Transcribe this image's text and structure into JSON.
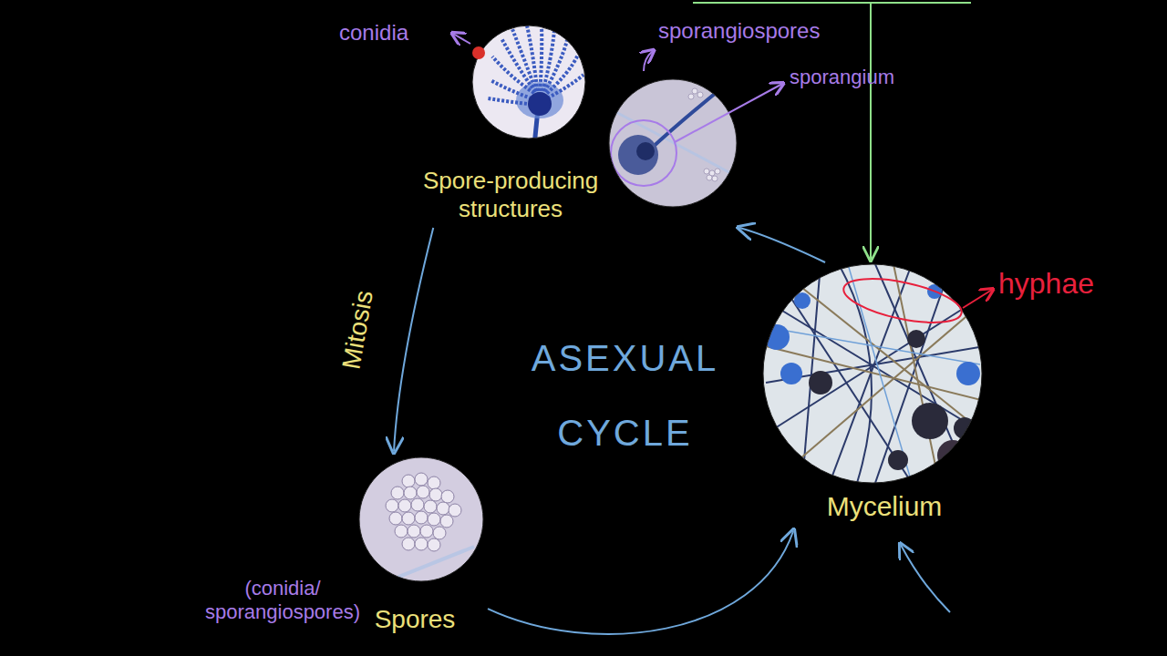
{
  "diagram": {
    "nodes": [
      {
        "text": [
          "Spore-producing structures"
        ]
      },
      {
        "text": [
          "Mycelium"
        ]
      },
      {
        "text": [
          "(conidia/ sporangiospores)",
          "Spores"
        ]
      }
    ],
    "edges": [
      {
        "from": 1,
        "to": 0,
        "arrow": "to"
      },
      {
        "from": 0,
        "to": 2,
        "label": "Mitosis",
        "arrow": "to"
      },
      {
        "from": 2,
        "to": 1,
        "arrow": "to"
      }
    ],
    "labels": [
      "conidia",
      "sporangiospores",
      "sporangium",
      "hyphae",
      "ASEXUAL CYCLE"
    ]
  }
}
